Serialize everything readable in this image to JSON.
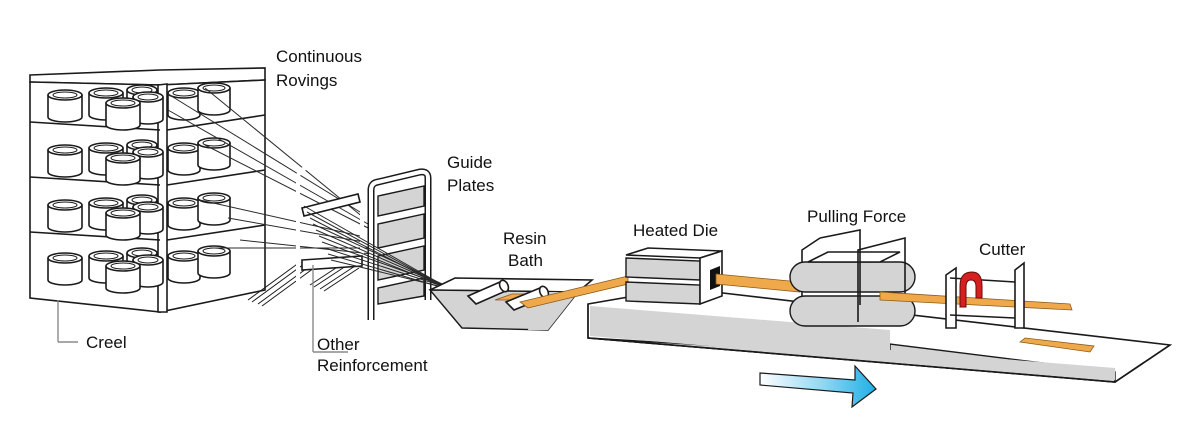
{
  "title": "Pultrusion process diagram",
  "labels": {
    "continuous_rovings": [
      "Continuous",
      "Rovings"
    ],
    "creel": "Creel",
    "other_reinforcement": [
      "Other",
      "Reinforcement"
    ],
    "guide_plates": [
      "Guide",
      "Plates"
    ],
    "resin_bath": [
      "Resin",
      "Bath"
    ],
    "heated_die": "Heated Die",
    "pulling_force": "Pulling Force",
    "cutter": "Cutter"
  },
  "components": [
    {
      "id": "creel",
      "description": "Shelving rack holding spools of roving"
    },
    {
      "id": "guide-plates",
      "description": "Frames guiding fibres"
    },
    {
      "id": "resin-bath",
      "description": "Trough with rollers impregnating fibres"
    },
    {
      "id": "heated-die",
      "description": "Die that cures the profile"
    },
    {
      "id": "pullers",
      "description": "Caterpillar pullers"
    },
    {
      "id": "cutter",
      "description": "Saw cutting the profile to length"
    }
  ],
  "flow_direction": "left-to-right",
  "colors": {
    "profile": "#f0a94a",
    "cutter": "#d42020",
    "arrow": "#29b6e8",
    "machine_grey": "#d4d4d4",
    "line": "#1a1a1a"
  }
}
